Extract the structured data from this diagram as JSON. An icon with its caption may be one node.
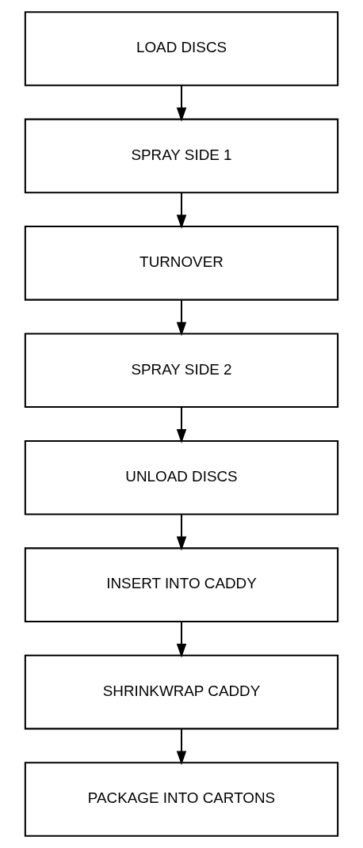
{
  "diagram": {
    "nodes": [
      {
        "text": [
          "LOAD DISCS"
        ]
      },
      {
        "text": [
          "SPRAY SIDE 1"
        ]
      },
      {
        "text": [
          "TURNOVER"
        ]
      },
      {
        "text": [
          "SPRAY SIDE 2"
        ]
      },
      {
        "text": [
          "UNLOAD DISCS"
        ]
      },
      {
        "text": [
          "INSERT INTO CADDY"
        ]
      },
      {
        "text": [
          "SHRINKWRAP CADDY"
        ]
      },
      {
        "text": [
          "PACKAGE INTO CARTONS"
        ]
      }
    ],
    "edges": [
      {
        "from": 0,
        "to": 1,
        "arrow": "to"
      },
      {
        "from": 1,
        "to": 2,
        "arrow": "to"
      },
      {
        "from": 2,
        "to": 3,
        "arrow": "to"
      },
      {
        "from": 3,
        "to": 4,
        "arrow": "to"
      },
      {
        "from": 4,
        "to": 5,
        "arrow": "to"
      },
      {
        "from": 5,
        "to": 6,
        "arrow": "to"
      },
      {
        "from": 6,
        "to": 7,
        "arrow": "to"
      }
    ]
  }
}
